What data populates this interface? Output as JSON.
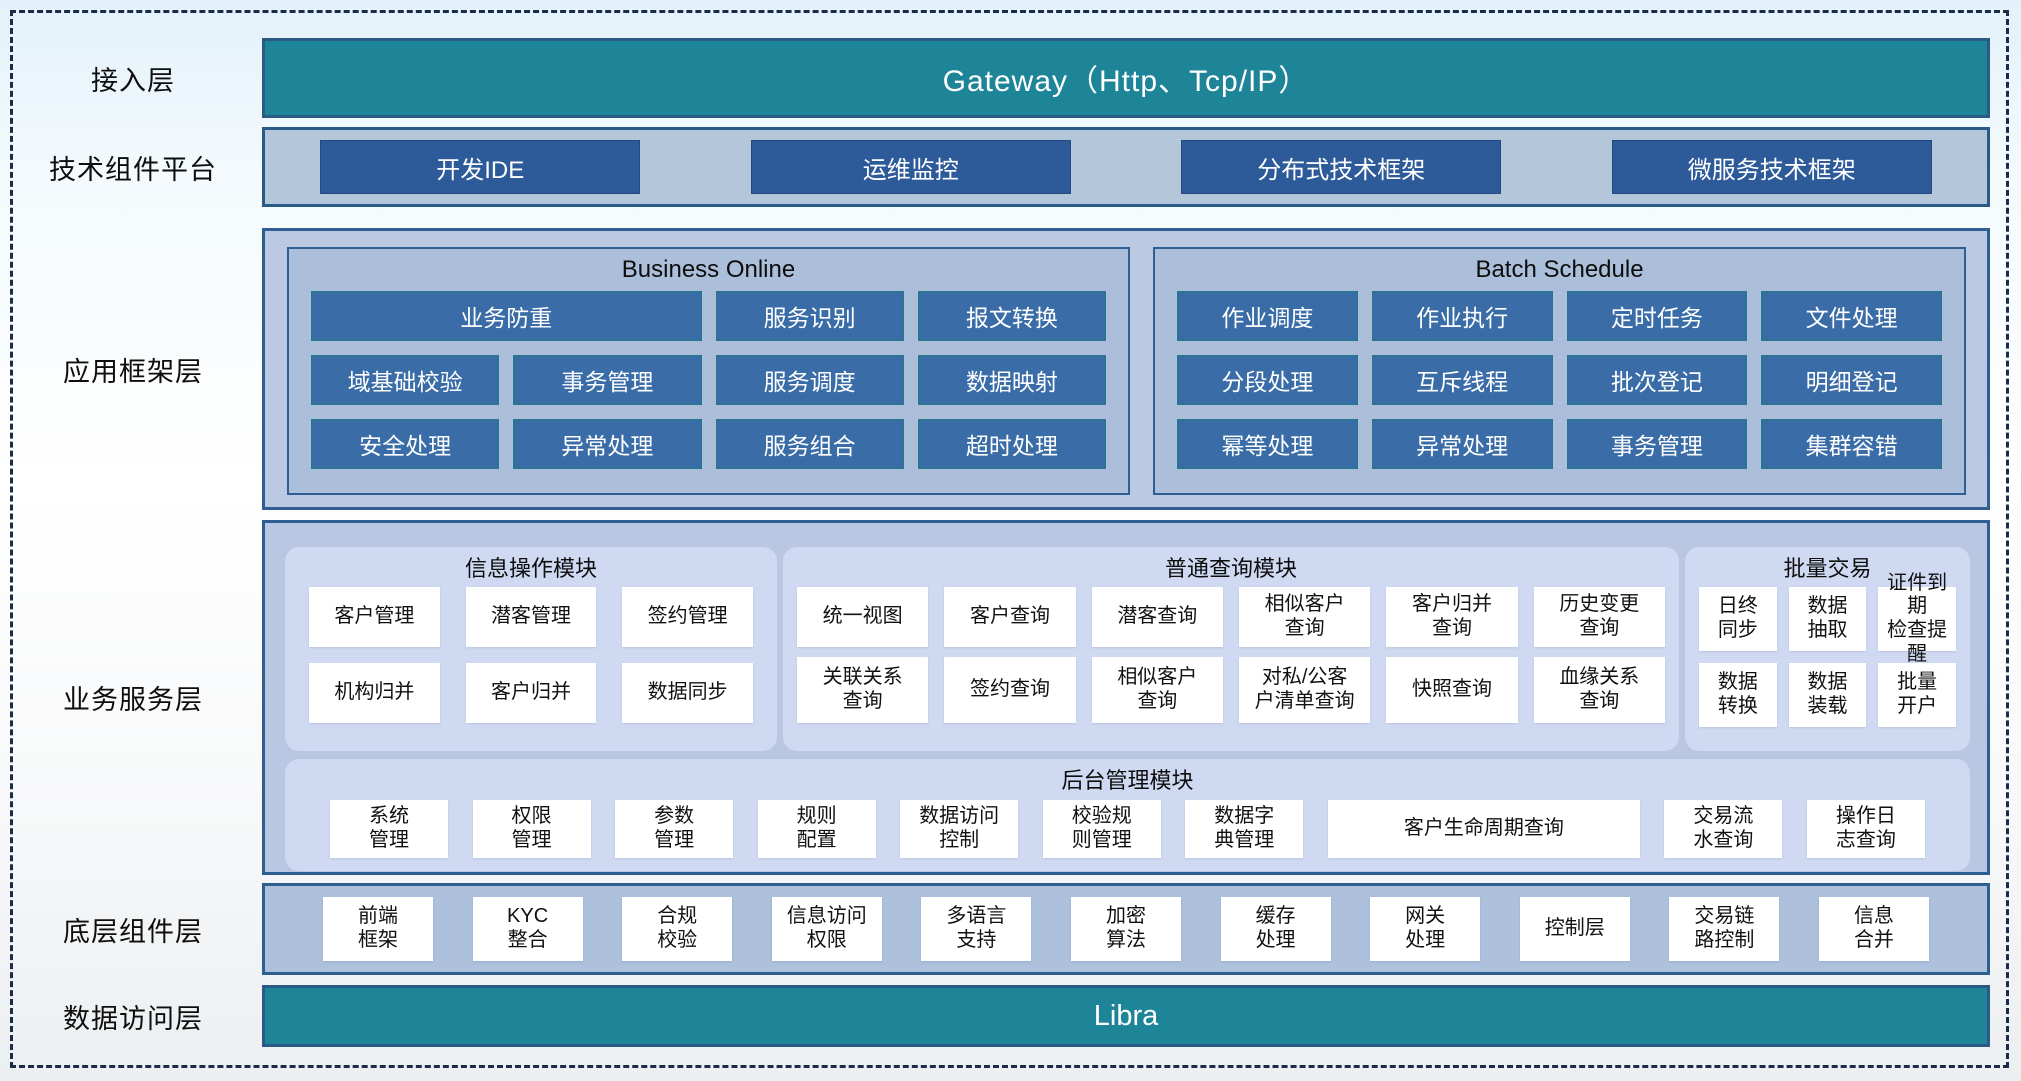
{
  "access_layer": {
    "label": "接入层",
    "title": "Gateway（Http、Tcp/IP）"
  },
  "tech_platform": {
    "label": "技术组件平台",
    "items": [
      "开发IDE",
      "运维监控",
      "分布式技术框架",
      "微服务技术框架"
    ]
  },
  "app_framework": {
    "label": "应用框架层",
    "business_online": {
      "title": "Business Online",
      "rows": [
        [
          "业务防重",
          "服务识别",
          "报文转换"
        ],
        [
          "域基础校验",
          "事务管理",
          "服务调度",
          "数据映射"
        ],
        [
          "安全处理",
          "异常处理",
          "服务组合",
          "超时处理"
        ]
      ]
    },
    "batch_schedule": {
      "title": "Batch Schedule",
      "rows": [
        [
          "作业调度",
          "作业执行",
          "定时任务",
          "文件处理"
        ],
        [
          "分段处理",
          "互斥线程",
          "批次登记",
          "明细登记"
        ],
        [
          "幂等处理",
          "异常处理",
          "事务管理",
          "集群容错"
        ]
      ]
    }
  },
  "business_service": {
    "label": "业务服务层",
    "info_module": {
      "title": "信息操作模块",
      "rows": [
        [
          "客户管理",
          "潜客管理",
          "签约管理"
        ],
        [
          "机构归并",
          "客户归并",
          "数据同步"
        ]
      ]
    },
    "query_module": {
      "title": "普通查询模块",
      "rows": [
        [
          "统一视图",
          "客户查询",
          "潜客查询",
          "相似客户\n查询",
          "客户归并\n查询",
          "历史变更\n查询"
        ],
        [
          "关联关系\n查询",
          "签约查询",
          "相似客户\n查询",
          "对私/公客\n户清单查询",
          "快照查询",
          "血缘关系\n查询"
        ]
      ]
    },
    "batch_trade": {
      "title": "批量交易",
      "rows": [
        [
          "日终\n同步",
          "数据\n抽取",
          "证件到期\n检查提醒"
        ],
        [
          "数据\n转换",
          "数据\n装载",
          "批量\n开户"
        ]
      ]
    },
    "admin_module": {
      "title": "后台管理模块",
      "items": [
        "系统\n管理",
        "权限\n管理",
        "参数\n管理",
        "规则\n配置",
        "数据访问\n控制",
        "校验规\n则管理",
        "数据字\n典管理",
        "客户生命周期查询",
        "交易流\n水查询",
        "操作日\n志查询"
      ]
    }
  },
  "base_components": {
    "label": "底层组件层",
    "items": [
      "前端\n框架",
      "KYC\n整合",
      "合规\n校验",
      "信息访问\n权限",
      "多语言\n支持",
      "加密\n算法",
      "缓存\n处理",
      "网关\n处理",
      "控制层",
      "交易链\n路控制",
      "信息\n合并"
    ]
  },
  "data_access": {
    "label": "数据访问层",
    "title": "Libra"
  },
  "colors": {
    "teal_bar": "#1e8498",
    "navy_border": "#2b5a86",
    "button_blue": "#2d5a99",
    "cell_blue": "#3a6da7",
    "light_panel": "#bcc9e3",
    "subpanel": "#cfd9f1"
  }
}
